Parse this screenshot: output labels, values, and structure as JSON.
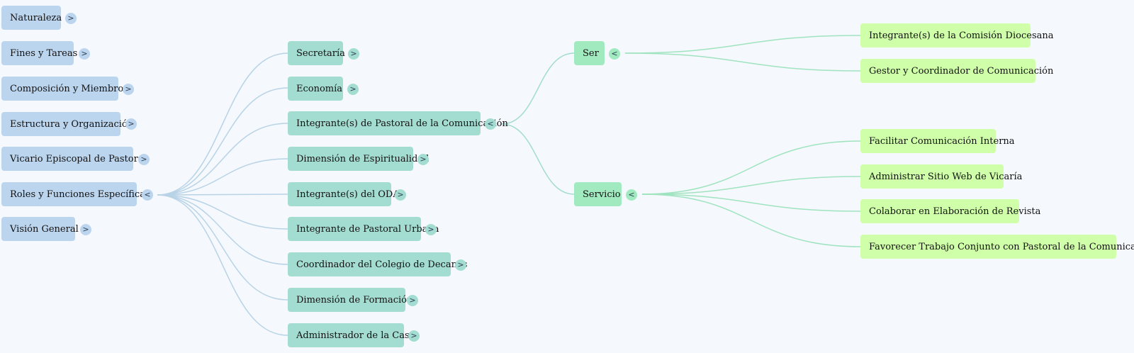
{
  "colors": {
    "level1": "#bcd5ef",
    "level2": "#a3ddd2",
    "level3": "#a1eac0",
    "level4": "#cfffa8",
    "link1": "#b8d3e6",
    "link2": "#a3dccf",
    "link3": "#9fe4bf",
    "background": "#f5f8fd"
  },
  "expand_symbol": ">",
  "collapse_symbol": "<",
  "root_nodes": [
    {
      "label": "Naturaleza",
      "state": "collapsed"
    },
    {
      "label": "Fines y Tareas",
      "state": "collapsed"
    },
    {
      "label": "Composición y Miembros",
      "state": "collapsed"
    },
    {
      "label": "Estructura y Organización",
      "state": "collapsed"
    },
    {
      "label": "Vicario Episcopal de Pastoral",
      "state": "collapsed"
    },
    {
      "label": "Roles y Funciones Específicas",
      "state": "expanded"
    },
    {
      "label": "Visión General",
      "state": "collapsed"
    }
  ],
  "roles": [
    {
      "label": "Secretaría",
      "state": "collapsed"
    },
    {
      "label": "Economía",
      "state": "collapsed"
    },
    {
      "label": "Integrante(s) de Pastoral de la Comunicación",
      "state": "expanded"
    },
    {
      "label": "Dimensión de Espiritualidad",
      "state": "collapsed"
    },
    {
      "label": "Integrante(s) del ODA",
      "state": "collapsed"
    },
    {
      "label": "Integrante de Pastoral Urbana",
      "state": "collapsed"
    },
    {
      "label": "Coordinador del Colegio de Decanos",
      "state": "collapsed"
    },
    {
      "label": "Dimensión de Formación",
      "state": "collapsed"
    },
    {
      "label": "Administrador de la Casa",
      "state": "collapsed"
    }
  ],
  "comunicacion": [
    {
      "label": "Ser",
      "state": "expanded"
    },
    {
      "label": "Servicio",
      "state": "expanded"
    }
  ],
  "ser_items": [
    {
      "label": "Integrante(s) de la Comisión Diocesana"
    },
    {
      "label": "Gestor y Coordinador de Comunicación"
    }
  ],
  "servicio_items": [
    {
      "label": "Facilitar Comunicación Interna"
    },
    {
      "label": "Administrar Sitio Web de Vicaría"
    },
    {
      "label": "Colaborar en Elaboración de Revista"
    },
    {
      "label": "Favorecer Trabajo Conjunto con Pastoral de la Comunicación"
    }
  ]
}
